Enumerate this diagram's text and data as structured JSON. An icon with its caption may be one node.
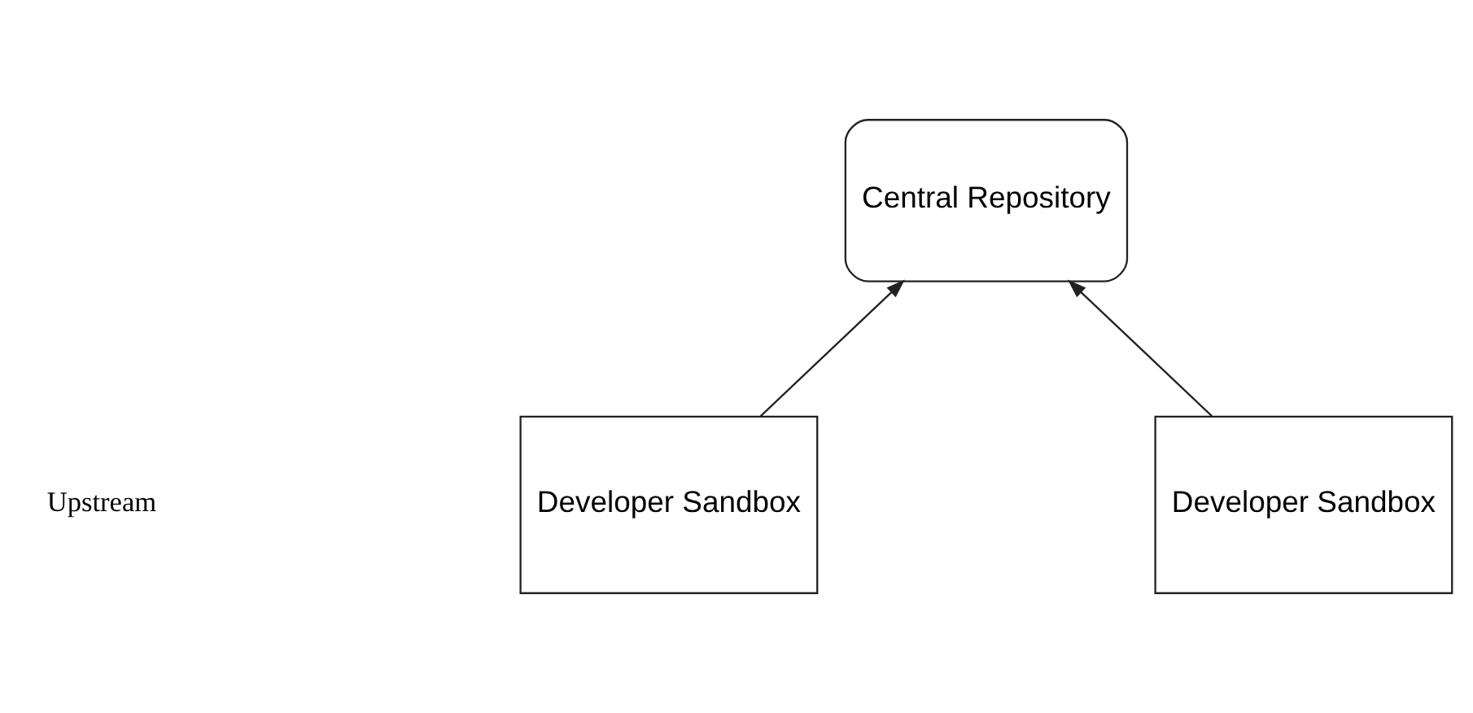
{
  "diagram": {
    "nodes": [
      {
        "text": [
          "Central Repository"
        ]
      },
      {
        "text": [
          "Developer Sandbox"
        ]
      },
      {
        "text": [
          "Developer Sandbox"
        ]
      }
    ],
    "edges": [
      {
        "from": 1,
        "to": 0,
        "arrow": "to"
      },
      {
        "from": 2,
        "to": 0,
        "arrow": "to"
      }
    ],
    "labels": [
      "Upstream"
    ]
  }
}
